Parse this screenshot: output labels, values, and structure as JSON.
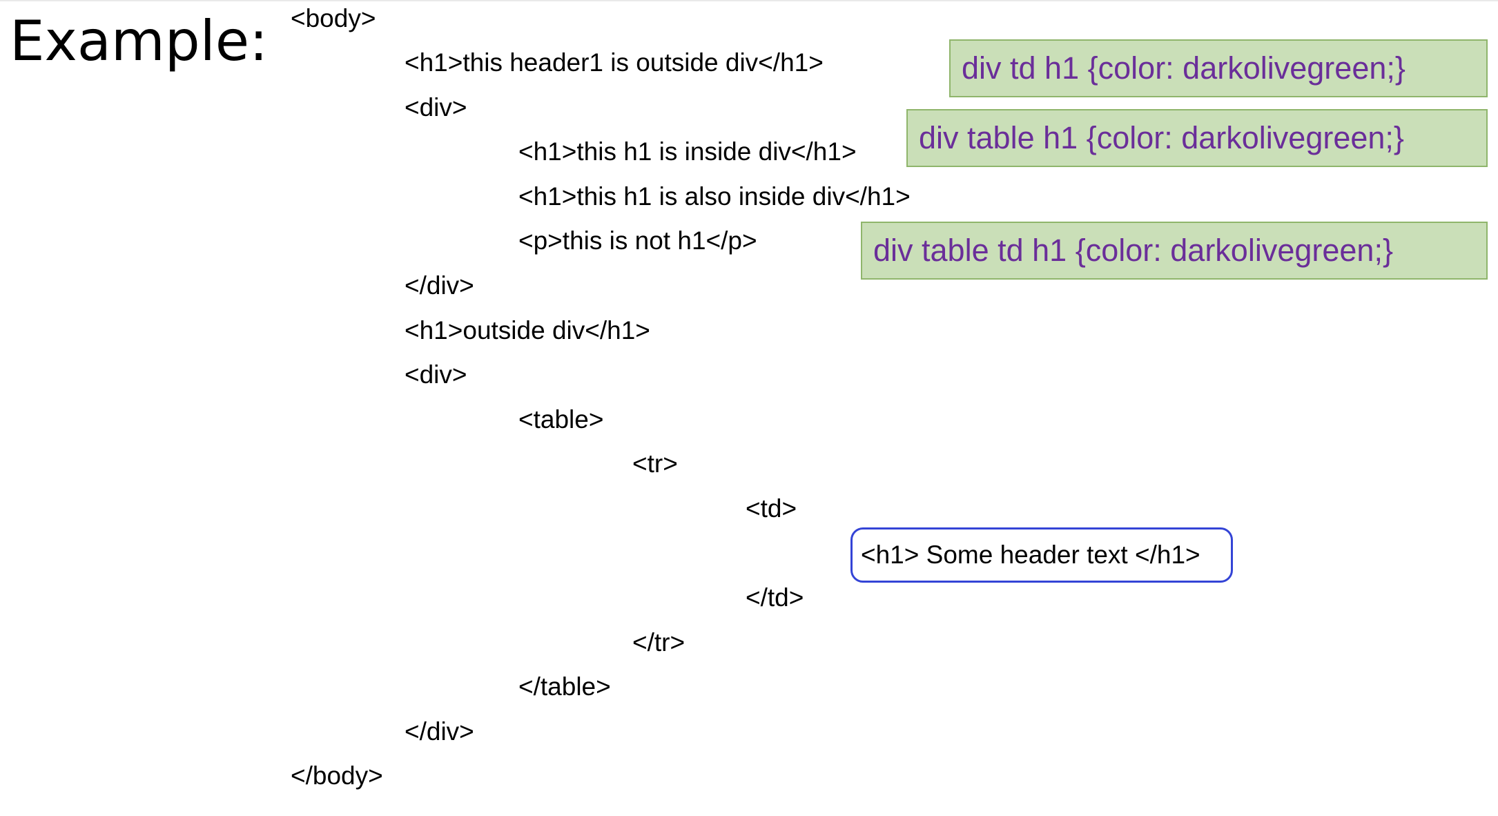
{
  "slide": {
    "title": "Example:",
    "code_lines": [
      "<body>",
      "<h1>this header1 is outside div</h1>",
      "<div>",
      "<h1>this h1 is inside div</h1>",
      "<h1>this h1 is also inside div</h1>",
      "<p>this is not h1</p>",
      "</div>",
      "<h1>outside div</h1>",
      "<div>",
      "<table>",
      "<tr>",
      "<td>",
      "</td>",
      "</tr>",
      "</table>",
      "</div>",
      "</body>"
    ],
    "highlighted_line": "<h1> Some header text </h1>",
    "selectors": [
      "div td h1 {color: darkolivegreen;}",
      "div table h1 {color: darkolivegreen;}",
      "div table td h1 {color: darkolivegreen;}"
    ]
  },
  "colors": {
    "selector_fill": "#cadfb8",
    "selector_border": "#8fb56b",
    "selector_text": "#6a2e99",
    "highlight_border": "#3444d6"
  }
}
